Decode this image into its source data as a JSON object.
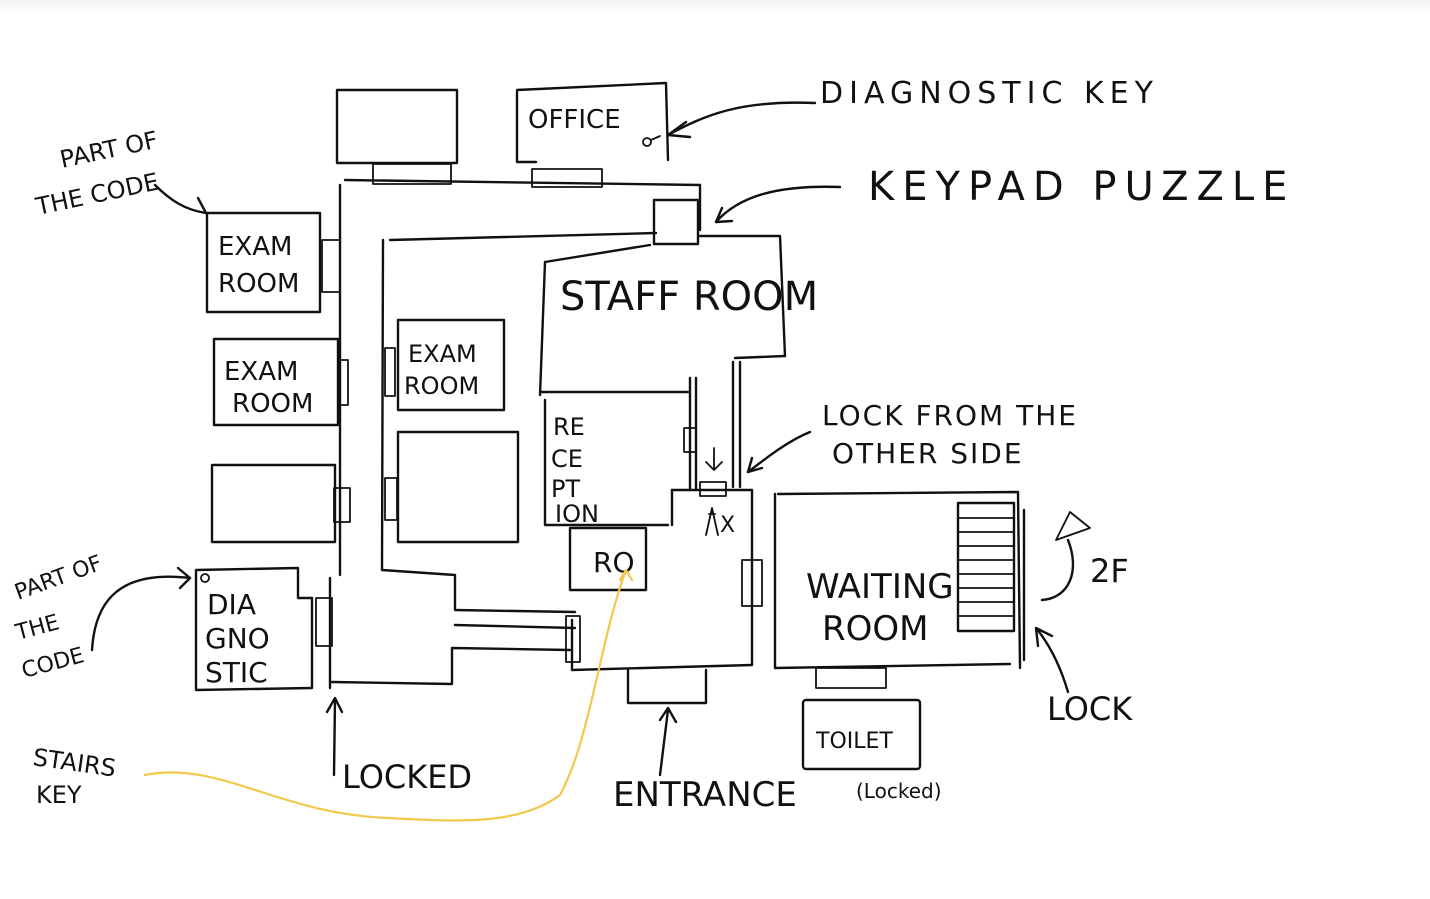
{
  "title": "",
  "rooms": {
    "office": "OFFICE",
    "staff_room": "STAFF ROOM",
    "exam_room_1": [
      "EXAM",
      "ROOM"
    ],
    "exam_room_2": [
      "EXAM",
      "ROOM"
    ],
    "exam_room_3": [
      "EXAM",
      "ROOM"
    ],
    "reception": [
      "RE",
      "CE",
      "PT",
      "ION"
    ],
    "ro": "RO",
    "waiting_room": [
      "WAITING",
      "ROOM"
    ],
    "diagnostic": [
      "DIA",
      "GNO",
      "STIC"
    ],
    "toilet": "TOILET",
    "small_x": "X"
  },
  "annotations": {
    "diagnostic_key": "DIAGNOSTIC KEY",
    "keypad_puzzle": "KEYPAD PUZZLE",
    "part_of_code_top": [
      "PART OF",
      "THE CODE"
    ],
    "part_of_code_left": [
      "PART OF",
      "THE",
      "CODE"
    ],
    "lock_other_side": [
      "LOCK FROM THE",
      "OTHER SIDE"
    ],
    "stairs_key": [
      "STAIRS",
      "KEY"
    ],
    "locked": "LOCKED",
    "entrance": "ENTRANCE",
    "toilet_locked": "(Locked)",
    "lock": "LOCK",
    "floor_2f": "2F"
  },
  "colors": {
    "ink": "#111111",
    "highlight_path": "#f2c84b",
    "background": "#ffffff"
  }
}
